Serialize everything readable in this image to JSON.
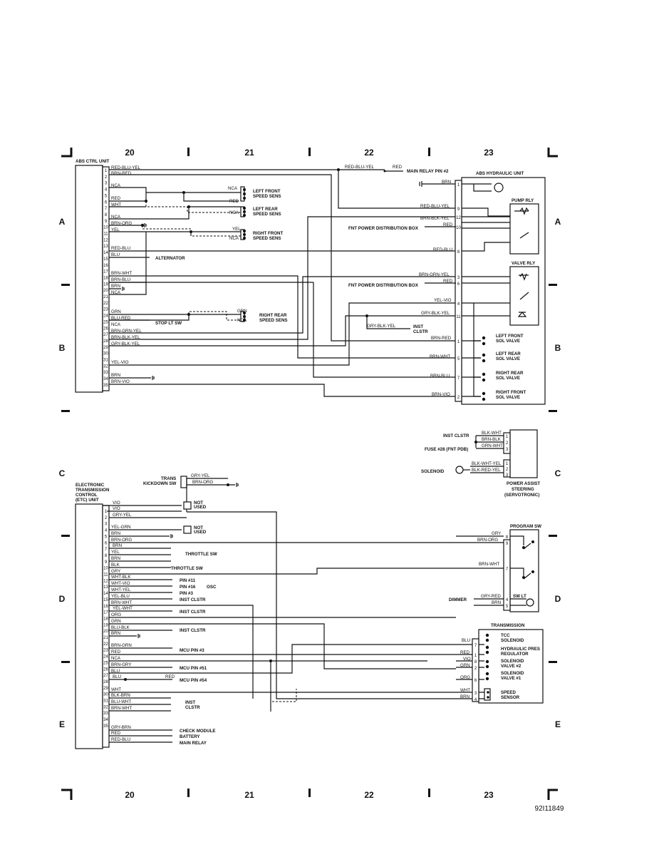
{
  "grid": {
    "top": [
      "20",
      "21",
      "22",
      "23"
    ],
    "bottom": [
      "20",
      "21",
      "22",
      "23"
    ],
    "rows": [
      "A",
      "B",
      "C",
      "D",
      "E"
    ]
  },
  "figure_id": "92I11849",
  "abs": {
    "unit_label": "ABS CTRL UNIT",
    "pins": [
      "1",
      "2",
      "3",
      "4",
      "5",
      "6",
      "7",
      "8",
      "9",
      "10",
      "11",
      "12",
      "13",
      "14",
      "15",
      "16",
      "17",
      "18",
      "19",
      "20",
      "21",
      "22",
      "23",
      "24",
      "25",
      "26",
      "27",
      "28",
      "29",
      "30",
      "31",
      "32",
      "33",
      "34",
      "35"
    ],
    "wires": {
      "p1": "RED-BLU-YEL",
      "p2": "BRN-RED",
      "p3": "NCA",
      "p5": "RED",
      "p6": "WHT",
      "p7": "NCA",
      "p9": "NCA",
      "p10": "BRN-ORG",
      "p11": "YEL",
      "p14": "RED-BLU",
      "p15": "BLU",
      "p18": "BRN-WHT",
      "p19": "BRN-BLU",
      "p20": "BRN",
      "p21": "NCA",
      "p24": "GRN",
      "p25": "BLU-RED",
      "p26": "NCA",
      "p27": "BRN-GRN-YEL",
      "p28": "BRN-BLK-YEL",
      "p29": "GRY-BLK-YEL",
      "p31": "YEL-VIO",
      "p33": "BRN",
      "p35": "BRN-VIO"
    },
    "sensors": {
      "lf_nca": "NCA",
      "lf_red": "RED",
      "lf_name": "LEFT FRONT",
      "lf_sub": "SPEED SENS",
      "lr_name": "LEFT REAR",
      "lr_sub": "SPEED SENS",
      "lr_nca": "NCA",
      "rf_yel": "YEL",
      "rf_nca": "NCA",
      "rf_name": "RIGHT FRONT",
      "rf_sub": "SPEED SENS",
      "rr_grn": "GRN",
      "rr_nca": "NCA",
      "rr_name": "RIGHT REAR",
      "rr_sub": "SPEED SENS"
    },
    "alternator": "ALTERNATOR",
    "stop_lt": "STOP LT SW",
    "top_wire": "RED-BLU-YEL",
    "top_red": "RED",
    "main_relay": "MAIN RELAY PIN #2",
    "inst_clstr_a": "INST",
    "inst_clstr_b": "CLSTR",
    "gry_blk_yel": "GRY-BLK-YEL"
  },
  "hydraulic": {
    "title": "ABS HYDRAULIC UNIT",
    "brn": "BRN",
    "pump_rly": "PUMP RLY",
    "valve_rly": "VALVE RLY",
    "fnt_pdb_1": "FNT POWER DISTRIBUTION BOX",
    "fnt_pdb_2": "FNT POWER DISTRIBUTION BOX",
    "wires": {
      "w9": "RED-BLU-YEL",
      "w12": "BRN-BLK-YEL",
      "w10": "RED",
      "w8": "RED-BLU",
      "w3": "BRN-GRN-YEL",
      "w6": "RED",
      "w4": "YEL-VIO",
      "w11": "GRY-BLK-YEL",
      "w1": "BRN-RED",
      "w5": "BRN-WHT",
      "w7": "BRN-BLU",
      "w2": "BRN-VIO"
    },
    "pins": [
      "1",
      "9",
      "12",
      "10",
      "8",
      "3",
      "6",
      "4",
      "11",
      "1",
      "5",
      "7",
      "2"
    ],
    "valves": [
      {
        "a": "LEFT FRONT",
        "b": "SOL VALVE"
      },
      {
        "a": "LEFT REAR",
        "b": "SOL VALVE"
      },
      {
        "a": "RIGHT REAR",
        "b": "SOL VALVE"
      },
      {
        "a": "RIGHT FRONT",
        "b": "SOL VALVE"
      }
    ]
  },
  "power_steering": {
    "inst_clstr": "INST CLSTR",
    "fuse": "FUSE #28 (FNT PDB)",
    "solenoid": "SOLENOID",
    "w1": "BLK-WHT",
    "w2": "BRN-BLK",
    "w3": "GRN-WHT",
    "w4": "BLK-WHT-YEL",
    "w5": "BLK-RED-YEL",
    "pins": [
      "1",
      "2",
      "3",
      "1",
      "2",
      "3"
    ],
    "title_a": "POWER ASSIST",
    "title_b": "STEERING",
    "title_c": "(SERVOTRONIC)"
  },
  "etc": {
    "unit_a": "ELECTRONIC",
    "unit_b": "TRANSMISSION",
    "unit_c": "CONTROL",
    "unit_d": "(ETC) UNIT",
    "kickdown_a": "TRANS",
    "kickdown_b": "KICKDOWN SW",
    "kd_w1": "GRY-YEL",
    "kd_w2": "BRN-ORG",
    "pins": [
      "1",
      "2",
      "3",
      "4",
      "5",
      "6",
      "7",
      "8",
      "9",
      "10",
      "11",
      "12",
      "13",
      "14",
      "15",
      "16",
      "17",
      "18",
      "19",
      "20",
      "21",
      "22",
      "23",
      "24",
      "25",
      "26",
      "27",
      "28",
      "29",
      "30",
      "31",
      "32",
      "33",
      "34",
      "35"
    ],
    "wires": {
      "vio1": "VIO",
      "vio2": "VIO",
      "p2": "GRY-YEL",
      "p3": "YEL-GRN",
      "p4": "BRN",
      "p5": "BRN-ORG",
      "p6": "BRN",
      "p7a": "YEL",
      "p7b": "BRN",
      "p8": "BLK",
      "p9": "GRY",
      "p10": "WHT-BLK",
      "p11": "WHT-VIO",
      "p12": "WHT-YEL",
      "p13": "YEL-BLU",
      "p14": "BRN-WHT",
      "p15": "YEL-WHT",
      "p16": "ORG",
      "p17": "GRN",
      "p18": "BLU-BLK",
      "p19": "BRN",
      "p20": "BRN-GRN",
      "p21": "RED",
      "p22": "NCA",
      "p23": "BRN-GRY",
      "p24": "BLU",
      "p25": "BLU",
      "p25b": "RED",
      "p27": "WHT",
      "p28": "BLK-BRN",
      "p29": "BLU-WHT",
      "p30": "BRN-WHT",
      "p33": "GRY-BRN",
      "p34": "RED",
      "p35": "RED-BLU"
    },
    "not_used_a": "NOT",
    "not_used_b": "USED",
    "not_used_c": "NOT",
    "not_used_d": "USED",
    "throttle_sw": "THROTTLE SW",
    "throttle_sw2": "THROTTLE SW",
    "pin11": "PIN #11",
    "pin16": "PIN #16",
    "pin3": "PIN #3",
    "osc": "OSC",
    "inst_clstr1": "INST CLSTR",
    "inst_clstr2": "INST CLSTR",
    "inst_clstr3": "INST CLSTR",
    "mcu3": "MCU PIN #3",
    "mcu51": "MCU PIN #51",
    "mcu54": "MCU PIN #54",
    "inst_a": "INST",
    "inst_b": "CLSTR",
    "check_module": "CHECK MODULE",
    "battery": "BATTERY",
    "main_relay": "MAIN RELAY"
  },
  "program_sw": {
    "title": "PROGRAM SW",
    "w8": "GRY",
    "w9": "BRN-ORG",
    "w7": "BRN-WHT",
    "pins": [
      "8",
      "9",
      "7",
      "4",
      "5"
    ],
    "dimmer": "DIMMER",
    "w4": "GRY-RED",
    "w5": "BRN",
    "sw_lt": "SW LT"
  },
  "transmission": {
    "title": "TRANSMISSION",
    "wires": {
      "p7": "BLU",
      "p1": "RED",
      "p8": "VIO",
      "p2": "GRN",
      "p6": "ORG",
      "p3": "WHT",
      "p4": "BRN"
    },
    "pins": [
      "7",
      "1",
      "8",
      "2",
      "6",
      "3",
      "4"
    ],
    "parts": [
      {
        "a": "TCC",
        "b": "SOLENOID"
      },
      {
        "a": "HYDRAULIC PRES",
        "b": "REGULATOR"
      },
      {
        "a": "SOLENOID",
        "b": "VALVE #2"
      },
      {
        "a": "SOLENOID",
        "b": "VALVE #1"
      },
      {
        "a": "SPEED",
        "b": "SENSOR"
      }
    ]
  }
}
